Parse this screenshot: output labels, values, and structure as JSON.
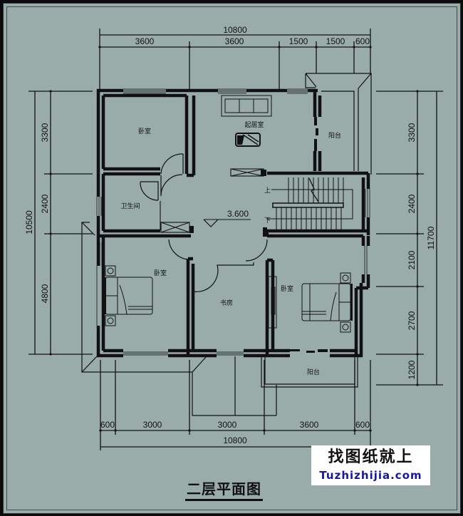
{
  "title": "二层平面图",
  "watermark": {
    "line1": "找图纸就上",
    "line2": "Tuzhizhijia.com"
  },
  "colors": {
    "background": "#9aacaa",
    "frame": "#0b0b0b",
    "lines": "#111111",
    "watermark_text": "#17179a"
  },
  "dimensions": {
    "top": {
      "total": "10800",
      "segments": [
        "3600",
        "3600",
        "1500",
        "1500",
        "600"
      ]
    },
    "bottom": {
      "total": "10800",
      "segments": [
        "600",
        "3000",
        "3000",
        "3600",
        "600"
      ]
    },
    "left": {
      "total": "10500",
      "segments": [
        "3300",
        "2400",
        "4800"
      ]
    },
    "right": {
      "total": "11700",
      "segments": [
        "3300",
        "2400",
        "2100",
        "2700",
        "1200"
      ]
    }
  },
  "rooms": {
    "bedroom_nw": "卧室",
    "living": "起居室",
    "balcony_ne": "阳台",
    "bathroom": "卫生间",
    "bedroom_sw": "卧室",
    "study": "书房",
    "bedroom_se": "卧室",
    "balcony_s": "阳台"
  },
  "stairs": {
    "up": "上",
    "down": "下"
  },
  "elevation": "3.600"
}
